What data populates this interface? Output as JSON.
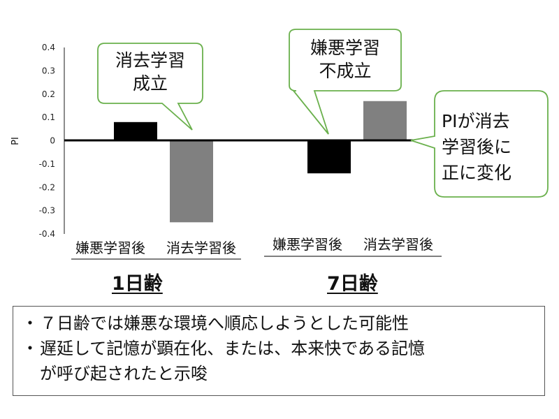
{
  "chart_data": {
    "type": "bar",
    "ylabel": "PI",
    "ylim": [
      -0.4,
      0.4
    ],
    "yticks": [
      "0.4",
      "0.3",
      "0.2",
      "0.1",
      "0",
      "-0.1",
      "-0.2",
      "-0.3",
      "-0.4"
    ],
    "groups": [
      {
        "name": "1日齢",
        "bars": [
          {
            "label": "嫌悪学習後",
            "value": 0.08,
            "color": "#000000"
          },
          {
            "label": "消去学習後",
            "value": -0.35,
            "color": "#808080"
          }
        ]
      },
      {
        "name": "7日齢",
        "bars": [
          {
            "label": "嫌悪学習後",
            "value": -0.14,
            "color": "#000000"
          },
          {
            "label": "消去学習後",
            "value": 0.17,
            "color": "#808080"
          }
        ]
      }
    ]
  },
  "callouts": {
    "c1": [
      "消去学習",
      "成立"
    ],
    "c2": [
      "嫌悪学習",
      "不成立"
    ],
    "c3": [
      "PIが消去",
      "学習後に",
      "正に変化"
    ]
  },
  "notes": {
    "bullet": "・",
    "line1": "７日齢では嫌悪な環境へ順応しようとした可能性",
    "line2a": "遅延して記憶が顕在化、または、本来快である記憶",
    "line2b": "が呼び起されたと示唆"
  },
  "colors": {
    "callout_border": "#6ab04c",
    "bar_black": "#000000",
    "bar_gray": "#808080"
  }
}
